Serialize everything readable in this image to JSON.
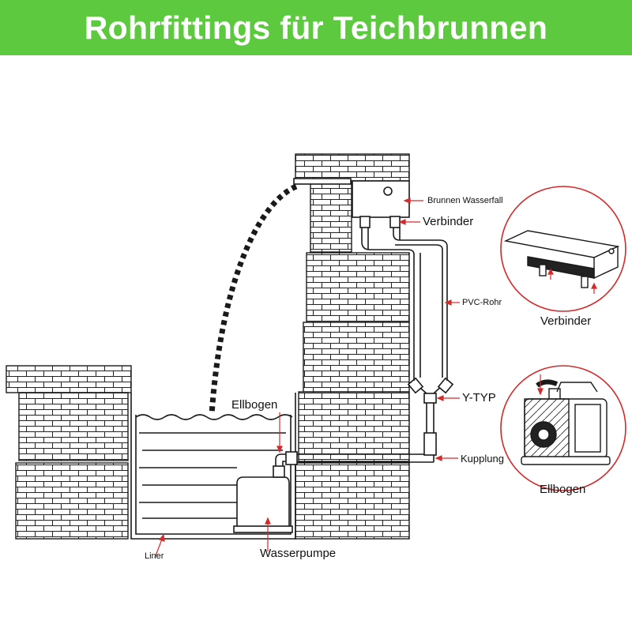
{
  "header": {
    "title": "Rohrfittings für Teichbrunnen",
    "background_color": "#5cc93f",
    "text_color": "#ffffff"
  },
  "labels": {
    "waterfall": "Brunnen Wasserfall",
    "connector": "Verbinder",
    "pvc_pipe": "PVC-Rohr",
    "y_type": "Y-TYP",
    "coupling": "Kupplung",
    "elbow": "Ellbogen",
    "pump": "Wasserpumpe",
    "liner": "Liner"
  },
  "insets": {
    "connector_caption": "Verbinder",
    "elbow_caption": "Ellbogen"
  },
  "colors": {
    "line": "#1a1a1a",
    "pointer_arrow": "#d42a2a",
    "inset_border": "#d42a2a",
    "wall_fill": "#ffffff"
  }
}
